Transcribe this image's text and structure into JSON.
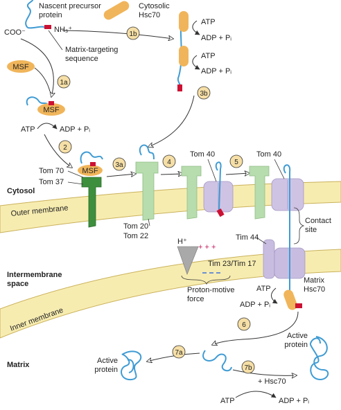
{
  "regions": {
    "cytosol": "Cytosol",
    "intermembrane": [
      "Intermembrane",
      "space"
    ],
    "matrix": "Matrix"
  },
  "membranes": {
    "outer": "Outer membrane",
    "inner": "Inner membrane"
  },
  "labels": {
    "nascent": [
      "Nascent precursor",
      "protein"
    ],
    "coo": "COO⁻",
    "nh3": "NH₃⁺",
    "matrix_targeting": [
      "Matrix-targeting",
      "sequence"
    ],
    "cytosolic_hsc70": [
      "Cytosolic",
      "Hsc70"
    ],
    "msf": "MSF",
    "tom70": "Tom 70",
    "tom37": "Tom 37",
    "tom20": "Tom 20",
    "tom22": "Tom 22",
    "tom40_a": "Tom 40",
    "tom40_b": "Tom 40",
    "tim44": "Tim 44",
    "tim23_17": "Tim 23/Tim 17",
    "contact_site": [
      "Contact",
      "site"
    ],
    "h_plus": "H⁺",
    "plus_signs": "+ + +",
    "proton_motive": [
      "Proton-motive",
      "force"
    ],
    "matrix_hsc70": [
      "Matrix",
      "Hsc70"
    ],
    "active_protein_left": [
      "Active",
      "protein"
    ],
    "active_protein_right": [
      "Active",
      "protein"
    ],
    "plus_hsc70": "+ Hsc70"
  },
  "energy": {
    "atp": "ATP",
    "adp_pi": "ADP + Pᵢ"
  },
  "steps": [
    "1a",
    "1b",
    "2",
    "3a",
    "3b",
    "4",
    "5",
    "6",
    "7a",
    "7b"
  ],
  "colors": {
    "membrane_fill": "#f7ecb0",
    "membrane_edge": "#c9b15a",
    "polypeptide": "#3f9bd3",
    "signal": "#cc1133",
    "hsc70": "#f0b55a",
    "tom70": "#3d8f3d",
    "tom20": "#b7dcae",
    "tom40": "#cfc3e4",
    "tim": "#c8bde0",
    "arrow": "#333333"
  }
}
